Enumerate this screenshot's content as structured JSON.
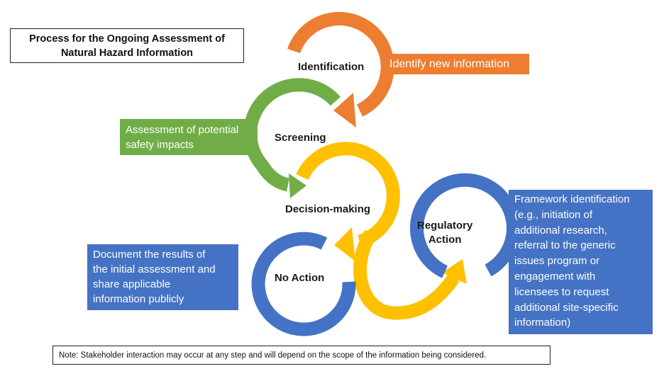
{
  "title": {
    "line1": "Process for the Ongoing Assessment of",
    "line2": "Natural Hazard Information"
  },
  "steps": {
    "identification": "Identification",
    "screening": "Screening",
    "decision_making": "Decision-making",
    "no_action": "No Action",
    "regulatory_action_line1": "Regulatory",
    "regulatory_action_line2": "Action"
  },
  "boxes": {
    "identify": {
      "line1": "Identify new information"
    },
    "assessment": {
      "line1": "Assessment of potential",
      "line2": "safety impacts"
    },
    "document": {
      "line1": "Document the results of",
      "line2": "the initial assessment and",
      "line3": "share applicable",
      "line4": "information publicly"
    },
    "framework": {
      "line1": "Framework identification",
      "line2": "(e.g., initiation of",
      "line3": "additional research,",
      "line4": "referral to the generic",
      "line5": "issues program or",
      "line6": "engagement with",
      "line7": "licensees to request",
      "line8": "additional site-specific",
      "line9": "information)"
    }
  },
  "note": "Note: Stakeholder interaction may occur at any step and will depend on the scope of the information being considered.",
  "colors": {
    "orange": "#ED7D31",
    "green": "#70AD47",
    "yellow": "#FFC000",
    "blue": "#4472C4"
  }
}
